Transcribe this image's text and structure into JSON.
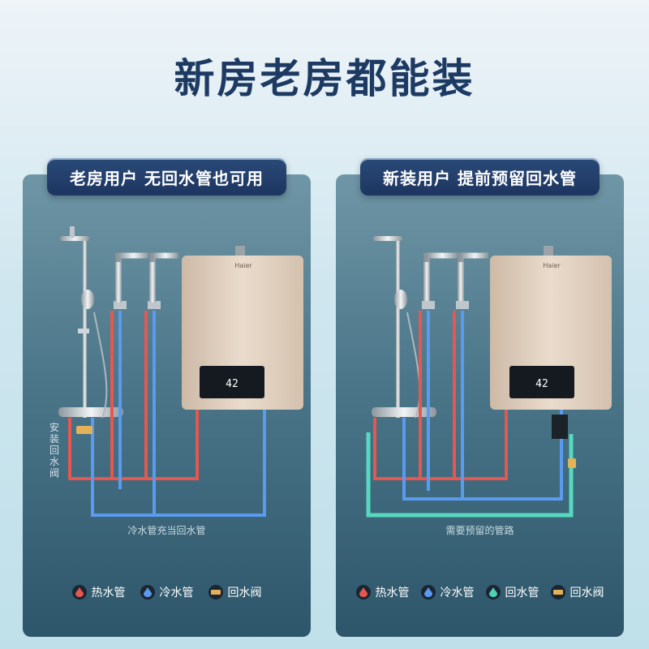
{
  "headline": "新房老房都能装",
  "brand": "Haier",
  "heater_display": "42",
  "left_panel": {
    "title": "老房用户 无回水管也可用",
    "side_note": "安装回水阀",
    "caption": "冷水管充当回水管",
    "legend": [
      {
        "label": "热水管",
        "icon": "hot-water-drop-icon",
        "color": "#e5574f"
      },
      {
        "label": "冷水管",
        "icon": "cold-water-drop-icon",
        "color": "#5b9bef"
      },
      {
        "label": "回水阀",
        "icon": "return-valve-icon",
        "color": "#e3b15a"
      }
    ]
  },
  "right_panel": {
    "title": "新装用户 提前预留回水管",
    "caption": "需要预留的管路",
    "legend": [
      {
        "label": "热水管",
        "icon": "hot-water-drop-icon",
        "color": "#e5574f"
      },
      {
        "label": "冷水管",
        "icon": "cold-water-drop-icon",
        "color": "#5b9bef"
      },
      {
        "label": "回水管",
        "icon": "return-pipe-drop-icon",
        "color": "#4fd1b5"
      },
      {
        "label": "回水阀",
        "icon": "return-valve-icon",
        "color": "#e3b15a"
      }
    ]
  },
  "colors": {
    "hot": "#e5574f",
    "cold": "#5b9bef",
    "return": "#57d9c0",
    "navy": "#1d3a63"
  }
}
